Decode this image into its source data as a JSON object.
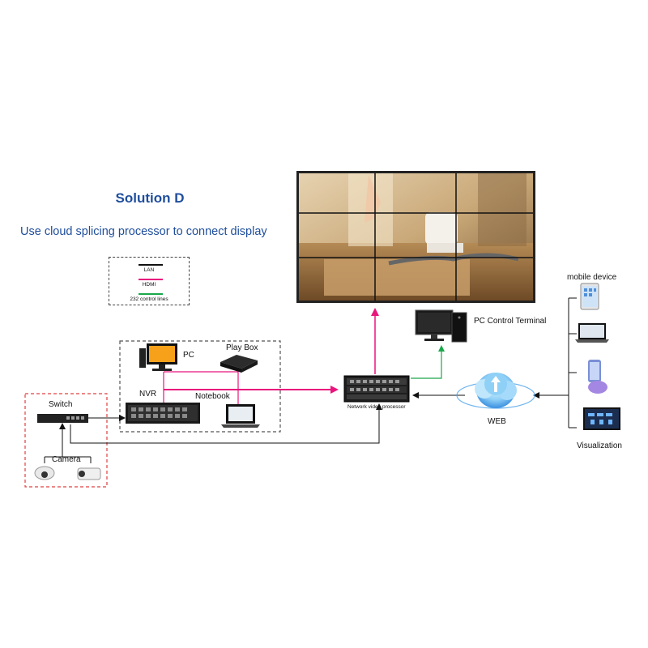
{
  "header": {
    "title": "Solution D",
    "subtitle": "Use cloud splicing processor to connect display"
  },
  "legend": [
    {
      "label": "LAN",
      "color": "#111111"
    },
    {
      "label": "HDMI",
      "color": "#e8157d"
    },
    {
      "label": "232 control lines",
      "color": "#1aa84a"
    }
  ],
  "nodes": {
    "pc": "PC",
    "play_box": "Play Box",
    "nvr": "NVR",
    "notebook": "Notebook",
    "switch": "Switch",
    "camera": "Camera",
    "processor": "Network video processor",
    "pc_control": "PC Control Terminal",
    "web": "WEB",
    "mobile": "mobile device",
    "visualization": "Visualization"
  },
  "colors": {
    "title": "#1f4e9c",
    "lan": "#111111",
    "hdmi": "#e8157d",
    "control": "#1aa84a",
    "camera_box": "#e04040"
  }
}
